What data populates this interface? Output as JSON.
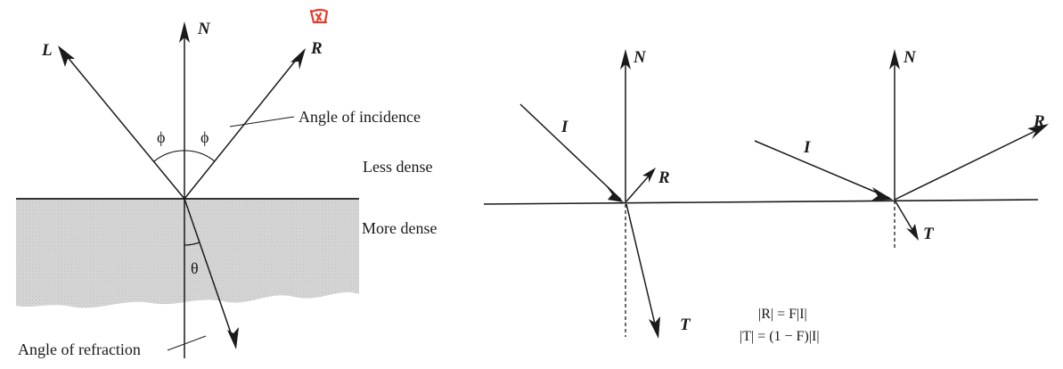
{
  "left_diagram": {
    "labels": {
      "normal": "N",
      "light": "L",
      "reflected": "R",
      "phi_left": "ϕ",
      "phi_right": "ϕ",
      "theta": "θ",
      "angle_of_incidence": "Angle of incidence",
      "less_dense": "Less dense",
      "more_dense": "More dense",
      "angle_of_refraction": "Angle of refraction"
    },
    "handwritten_mark": "ᗰ",
    "colors": {
      "medium_fill": "#d3d3d3",
      "mark": "#e83a2a"
    }
  },
  "middle_diagram": {
    "labels": {
      "normal": "N",
      "incident": "I",
      "reflected": "R",
      "transmitted": "T"
    }
  },
  "right_diagram": {
    "labels": {
      "normal": "N",
      "incident": "I",
      "reflected": "R",
      "transmitted": "T"
    }
  },
  "formulas": {
    "reflected": "|R| = F|I|",
    "transmitted": "|T| = (1 − F)|I|"
  }
}
